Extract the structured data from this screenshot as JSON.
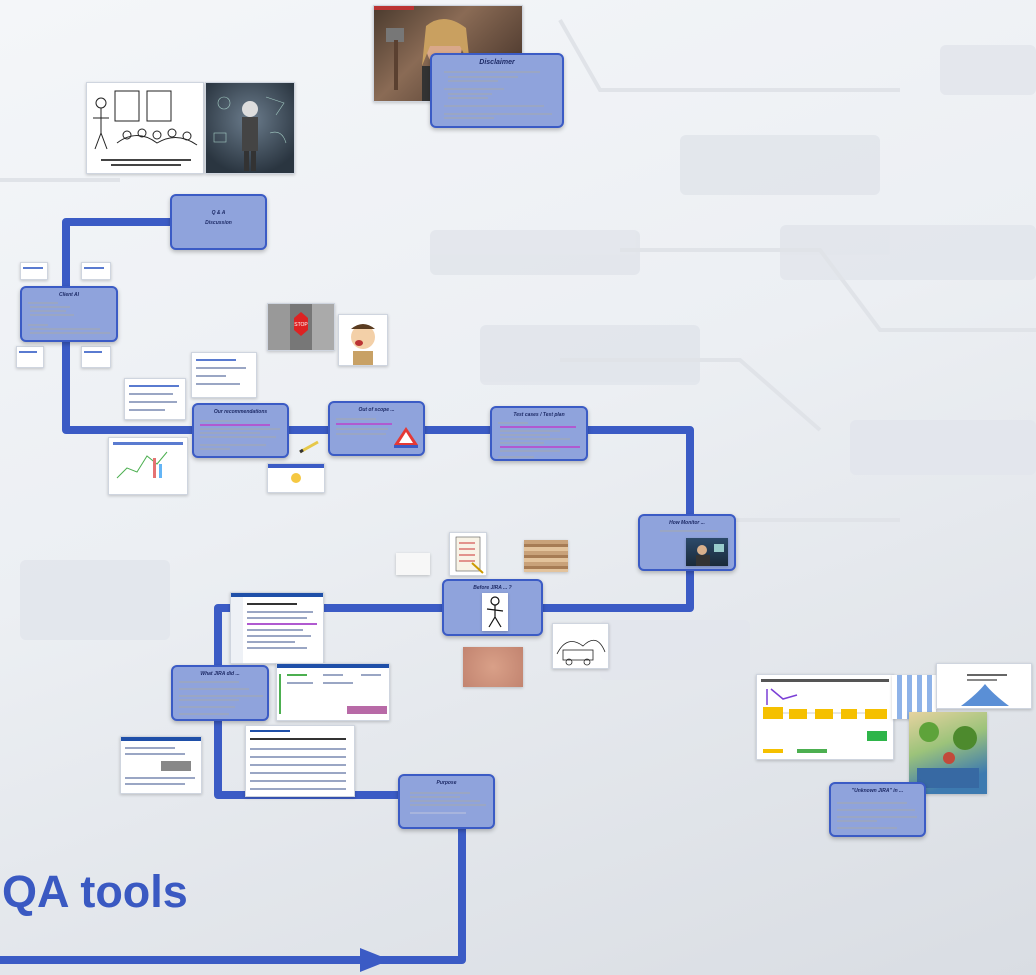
{
  "canvas": {
    "title": "QA tools",
    "path_color": "#3b5bc5",
    "node_fill": "#8fa3dc"
  },
  "nodes": {
    "disclaimer": {
      "title": "Disclaimer",
      "lines": [
        "",
        "",
        "",
        "",
        "",
        "",
        "",
        ""
      ]
    },
    "qa_discussion": {
      "title": "Q & A",
      "subtitle": "Discussion"
    },
    "client_ai": {
      "title": "Client AI"
    },
    "our_recommendations": {
      "title": "Our recommendations"
    },
    "out_of_scope": {
      "title": "Out of scope ..."
    },
    "test_cases": {
      "title": "Test cases / Test plan"
    },
    "how_monitor": {
      "title": "How Monitor ..."
    },
    "before_jira": {
      "title": "Before JIRA ... ?"
    },
    "what_jira_did": {
      "title": "What JIRA did ..."
    },
    "purpose": {
      "title": "Purpose"
    },
    "unknown_jira": {
      "title": "\"Unknown JIRA\" in ..."
    }
  },
  "images": {
    "thor": "thor-image",
    "cartoon": "office-cartoon-image",
    "thinker": "businessman-doodles-image",
    "stop_sign": "stop-sign-image",
    "cartoon_face": "cartoon-face-image",
    "signpost": "stickman-image",
    "warning_sign": "warning-sign-image",
    "jungle": "jungle-image"
  }
}
